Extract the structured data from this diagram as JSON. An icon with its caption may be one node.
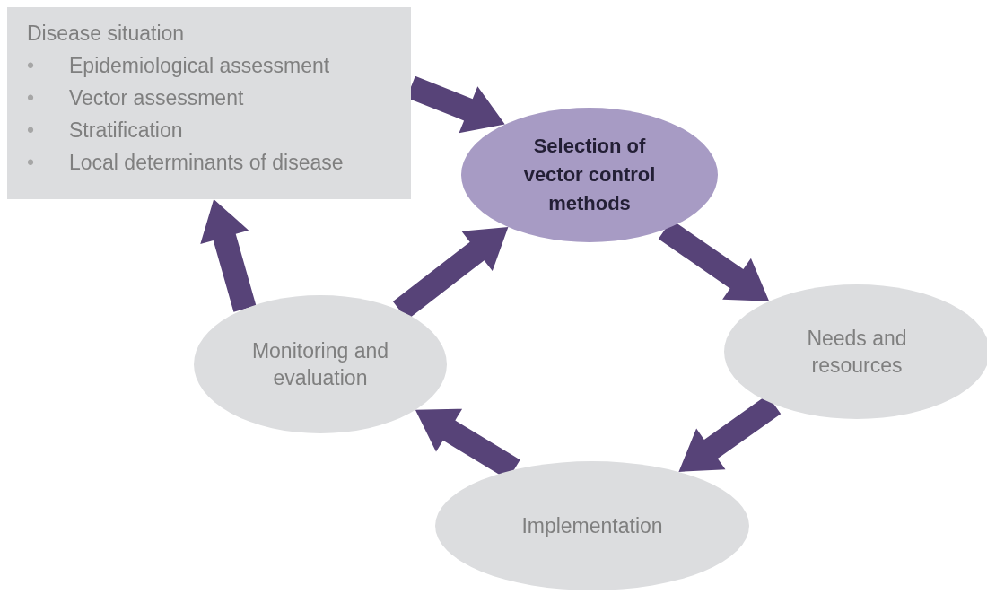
{
  "diagram": {
    "nodes": [
      {
        "text": [
          "Disease situation",
          "Epidemiological assessment",
          "Vector assessment",
          "Stratification",
          "Local determinants of disease"
        ]
      },
      {
        "text": [
          "Selection of vector control methods"
        ]
      },
      {
        "text": [
          "Needs and resources"
        ]
      },
      {
        "text": [
          "Implementation"
        ]
      },
      {
        "text": [
          "Monitoring and evaluation"
        ]
      }
    ],
    "edges": [
      {
        "from": 0,
        "to": 1,
        "arrow": "to"
      },
      {
        "from": 1,
        "to": 2,
        "arrow": "to"
      },
      {
        "from": 2,
        "to": 3,
        "arrow": "to"
      },
      {
        "from": 3,
        "to": 4,
        "arrow": "to"
      },
      {
        "from": 4,
        "to": 1,
        "arrow": "to"
      },
      {
        "from": 4,
        "to": 0,
        "arrow": "to"
      }
    ],
    "labels": [
      "•",
      "•",
      "•",
      "•"
    ]
  }
}
